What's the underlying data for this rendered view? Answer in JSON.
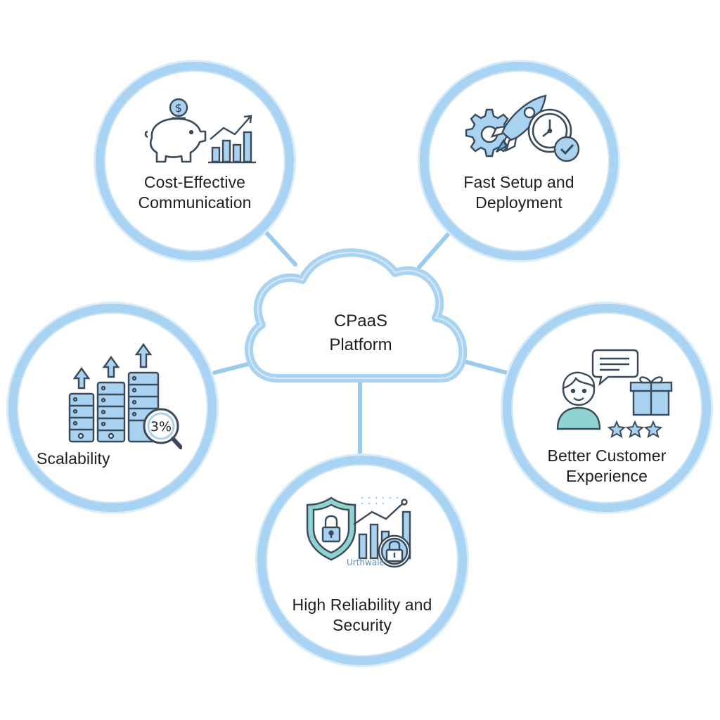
{
  "hub": {
    "line1": "CPaaS",
    "line2": "Platform"
  },
  "benefits": {
    "cost": {
      "line1": "Cost-Effective",
      "line2": "Communication",
      "icons": [
        "piggy-bank-icon",
        "growth-chart-icon"
      ]
    },
    "fast": {
      "line1": "Fast Setup and",
      "line2": "Deployment",
      "icons": [
        "gear-icon",
        "rocket-icon",
        "clock-icon",
        "check-badge-icon"
      ]
    },
    "scale": {
      "line1": "Scalability",
      "icons": [
        "server-stack-icon",
        "up-arrow-icon",
        "magnifier-icon"
      ],
      "badge": "3%"
    },
    "better": {
      "line1": "Better Customer",
      "line2": "Experience",
      "icons": [
        "person-icon",
        "chat-bubble-icon",
        "gift-icon",
        "star-icon"
      ]
    },
    "high": {
      "line1": "High Reliability and",
      "line2": "Security",
      "icons": [
        "shield-lock-icon",
        "bar-chart-icon",
        "padlock-icon"
      ],
      "caption": "Urthwale"
    }
  },
  "colors": {
    "ring": "#a9d3f2",
    "connector": "#9bcbec",
    "icon_stroke": "#3a4a5a",
    "icon_fill": "#a8d2f0",
    "accent": "#6fb2e6",
    "teal": "#8fd3d1"
  }
}
